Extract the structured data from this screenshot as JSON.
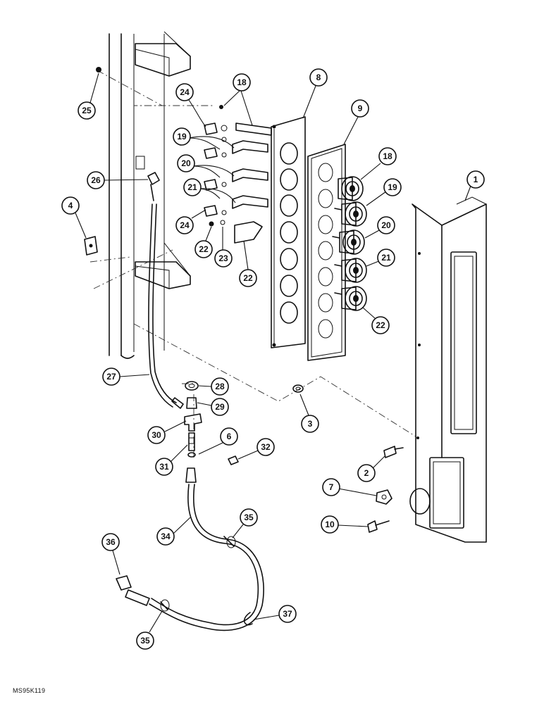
{
  "drawing_code": "MS95K119",
  "callouts": [
    {
      "id": "c1",
      "label": "1"
    },
    {
      "id": "c2",
      "label": "2"
    },
    {
      "id": "c3",
      "label": "3"
    },
    {
      "id": "c4",
      "label": "4"
    },
    {
      "id": "c6",
      "label": "6"
    },
    {
      "id": "c7",
      "label": "7"
    },
    {
      "id": "c8",
      "label": "8"
    },
    {
      "id": "c9",
      "label": "9"
    },
    {
      "id": "c10",
      "label": "10"
    },
    {
      "id": "c18a",
      "label": "18"
    },
    {
      "id": "c18b",
      "label": "18"
    },
    {
      "id": "c19a",
      "label": "19"
    },
    {
      "id": "c19b",
      "label": "19"
    },
    {
      "id": "c20a",
      "label": "20"
    },
    {
      "id": "c20b",
      "label": "20"
    },
    {
      "id": "c21a",
      "label": "21"
    },
    {
      "id": "c21b",
      "label": "21"
    },
    {
      "id": "c22a",
      "label": "22"
    },
    {
      "id": "c22b",
      "label": "22"
    },
    {
      "id": "c22c",
      "label": "22"
    },
    {
      "id": "c23",
      "label": "23"
    },
    {
      "id": "c24a",
      "label": "24"
    },
    {
      "id": "c24b",
      "label": "24"
    },
    {
      "id": "c25",
      "label": "25"
    },
    {
      "id": "c26",
      "label": "26"
    },
    {
      "id": "c27",
      "label": "27"
    },
    {
      "id": "c28",
      "label": "28"
    },
    {
      "id": "c29",
      "label": "29"
    },
    {
      "id": "c30",
      "label": "30"
    },
    {
      "id": "c31",
      "label": "31"
    },
    {
      "id": "c32",
      "label": "32"
    },
    {
      "id": "c34",
      "label": "34"
    },
    {
      "id": "c35a",
      "label": "35"
    },
    {
      "id": "c35b",
      "label": "35"
    },
    {
      "id": "c36",
      "label": "36"
    },
    {
      "id": "c37",
      "label": "37"
    }
  ]
}
